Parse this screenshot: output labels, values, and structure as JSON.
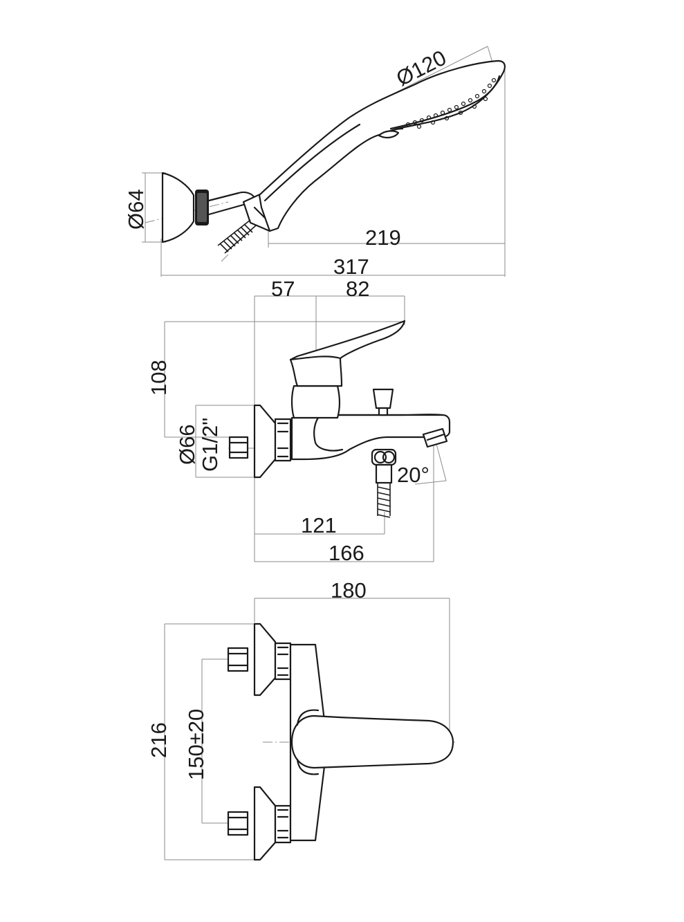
{
  "top_view": {
    "dim_head_diameter": "Ø120",
    "dim_bracket_diameter": "Ø64",
    "dim_reach": "219",
    "dim_overall": "317"
  },
  "side_view": {
    "dim_left_offset": "57",
    "dim_right_offset": "82",
    "dim_height": "108",
    "dim_flange_diameter": "Ø66",
    "dim_thread": "G1/2\"",
    "dim_angle": "20°",
    "dim_outlet_distance": "121",
    "dim_spout_length": "166"
  },
  "front_view": {
    "dim_width": "180",
    "dim_total_height": "216",
    "dim_centres": "150±20"
  }
}
